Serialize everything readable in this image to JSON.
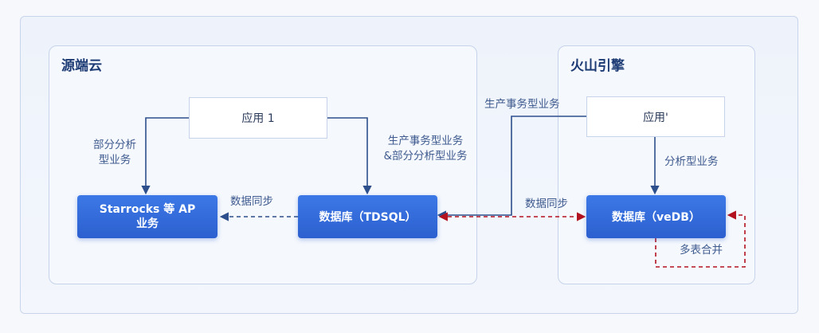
{
  "regions": {
    "left_title": "源端云",
    "right_title": "火山引擎"
  },
  "nodes": {
    "app1": "应用 1",
    "starrocks_line1": "Starrocks 等 AP",
    "starrocks_line2": "业务",
    "tdsql": "数据库（TDSQL）",
    "app_prime": "应用'",
    "vedb": "数据库（veDB）"
  },
  "edge_labels": {
    "partial_analysis_line1": "部分分析",
    "partial_analysis_line2": "型业务",
    "prod_tx_line1": "生产事务型业务",
    "prod_tx_line2": "&部分分析型业务",
    "data_sync_left": "数据同步",
    "prod_tx_right": "生产事务型业务",
    "data_sync_right": "数据同步",
    "analysis": "分析型业务",
    "multi_table_merge": "多表合并"
  },
  "colors": {
    "solid_edge": "#2d4f8c",
    "sync_edge_blue": "#2d4f8c",
    "sync_edge_red": "#b3121f"
  }
}
